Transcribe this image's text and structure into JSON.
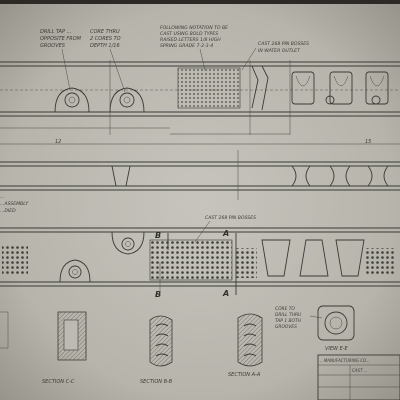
{
  "notes": {
    "drill_top": [
      "DRILL TAP ...",
      "OPPOSITE FROM",
      "GROOVES"
    ],
    "core_top": [
      "CORE THRU",
      "2 CORES TO",
      "DEPTH 1/16"
    ],
    "following": [
      "FOLLOWING NOTATION TO BE",
      "CAST USING BOLD TYPES",
      "RAISED LETTERS 1/8 HIGH",
      "SPRING GRADE 7-2-3-4"
    ],
    "cast_top": [
      "CAST 268 PIN BOSSES",
      "IN WATER OUTLET"
    ],
    "cast_mid": [
      "CAST 268 PIN BOSSES"
    ],
    "left_mid": [
      "...",
      "...ASSEMBLY",
      "...DIED"
    ],
    "core_right": [
      "CORE TO",
      "DRILL THRU",
      "TAP 1 BOTH",
      "GROOVES"
    ]
  },
  "dims": {
    "d12": "12",
    "d15": "15"
  },
  "section_markers": {
    "b": "B",
    "a": "A"
  },
  "sections": {
    "cc": "SECTION C-C",
    "bb": "SECTION B-B",
    "aa": "SECTION A-A",
    "ee": "VIEW E-E"
  },
  "title_block": {
    "company": "...MANUFACTURING CO...",
    "part": "CAST ..."
  },
  "colors": {
    "paper": "#bcbab2",
    "ink": "#3a3a36",
    "border": "#2b2a26"
  }
}
